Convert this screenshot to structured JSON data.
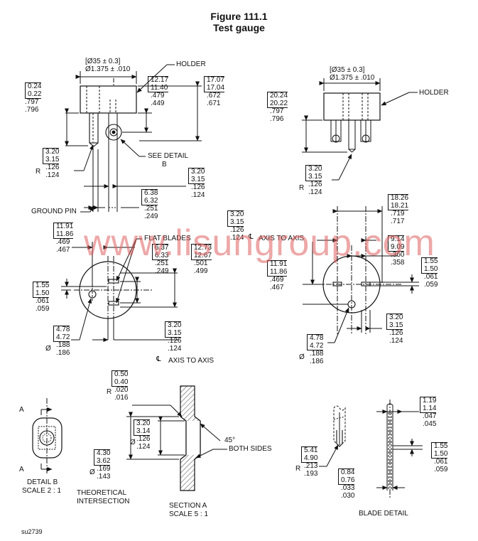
{
  "title_line1": "Figure 111.1",
  "title_line2": "Test gauge",
  "watermark": "www.lisungroup.com",
  "footer_code": "su2739",
  "labels": {
    "holder": "HOLDER",
    "see_detail": "SEE DETAIL",
    "detail_letter": "B",
    "ground_pin": "GROUND PIN",
    "flat_blades": "FLAT BLADES",
    "axis_to_axis": "AXIS TO AXIS",
    "cl_symbol": "℄",
    "detail_b": "DETAIL B",
    "scale_2_1": "SCALE 2 : 1",
    "section_a": "SECTION A",
    "scale_5_1": "SCALE 5 : 1",
    "theoretical": "THEORETICAL",
    "intersection": "INTERSECTION",
    "angle": "45°",
    "both_sides": "BOTH SIDES",
    "blade_detail": "BLADE DETAIL",
    "a": "A",
    "r": "R",
    "dia": "Ø"
  },
  "dims": {
    "d35_l": {
      "b1": "Ø35 ± 0.3",
      "i": "Ø1.375 ± .010"
    },
    "d35_r": {
      "b1": "Ø35 ± 0.3",
      "i": "Ø1.375 ± .010"
    },
    "h024": {
      "b1": "0.24",
      "b2": "0.22",
      "i1": ".797",
      "i2": ".796"
    },
    "h1217": {
      "b1": "12.17",
      "b2": "11.40",
      "i1": ".479",
      "i2": ".449"
    },
    "h1707": {
      "b1": "17.07",
      "b2": "17.04",
      "i1": ".672",
      "i2": ".671"
    },
    "h2024": {
      "b1": "20.24",
      "b2": "20.22",
      "i1": ".797",
      "i2": ".796"
    },
    "r320_l": {
      "b1": "3.20",
      "b2": "3.15",
      "i1": ".126",
      "i2": ".124"
    },
    "r320_r": {
      "b1": "3.20",
      "b2": "3.15",
      "i1": ".126",
      "i2": ".124"
    },
    "w320_pin": {
      "b1": "3.20",
      "b2": "3.15",
      "i1": ".126",
      "i2": ".124"
    },
    "w638": {
      "b1": "6.38",
      "b2": "6.32",
      "i1": ".251",
      "i2": ".249"
    },
    "l1191": {
      "b1": "11.91",
      "b2": "11.86",
      "i1": ".469",
      "i2": ".467"
    },
    "l637": {
      "b1": "6.37",
      "b2": "6.33",
      "i1": ".251",
      "i2": ".249"
    },
    "l1273": {
      "b1": "12.73",
      "b2": "12.67",
      "i1": ".501",
      "i2": ".499"
    },
    "l155": {
      "b1": "1.55",
      "b2": "1.50",
      "i1": ".061",
      "i2": ".059"
    },
    "l478": {
      "b1": "4.78",
      "b2": "4.72",
      "i1": ".188",
      "i2": ".186"
    },
    "l320_bot": {
      "b1": "3.20",
      "b2": "3.15",
      "i1": ".126",
      "i2": ".124"
    },
    "r1826": {
      "b1": "18.26",
      "b2": "18.21",
      "i1": ".719",
      "i2": ".717"
    },
    "r320_top": {
      "b1": "3.20",
      "b2": "3.15",
      "i1": ".126",
      "i2": ".124"
    },
    "r914": {
      "b1": "9.14",
      "b2": "9.09",
      "i1": ".360",
      "i2": ".358"
    },
    "r1191": {
      "b1": "11.91",
      "b2": "11.86",
      "i1": ".469",
      "i2": ".467"
    },
    "r155": {
      "b1": "1.55",
      "b2": "1.50",
      "i1": ".061",
      "i2": ".059"
    },
    "r320_bot": {
      "b1": "3.20",
      "b2": "3.15",
      "i1": ".126",
      "i2": ".124"
    },
    "r478": {
      "b1": "4.78",
      "b2": "4.72",
      "i1": ".188",
      "i2": ".186"
    },
    "s050": {
      "b1": "0.50",
      "b2": "0.40",
      "i1": ".020",
      "i2": ".016"
    },
    "s320": {
      "b1": "3.20",
      "b2": "3.14",
      "i1": ".126",
      "i2": ".124"
    },
    "s430": {
      "b1": "4.30",
      "b2": "3.62",
      "i1": ".169",
      "i2": ".143"
    },
    "b541": {
      "b1": "5.41",
      "b2": "4.90",
      "i1": ".213",
      "i2": ".193"
    },
    "b119": {
      "b1": "1.19",
      "b2": "1.14",
      "i1": ".047",
      "i2": ".045"
    },
    "b155": {
      "b1": "1.55",
      "b2": "1.50",
      "i1": ".061",
      "i2": ".059"
    },
    "b084": {
      "b1": "0.84",
      "b2": "0.76",
      "i1": ".033",
      "i2": ".030"
    }
  }
}
